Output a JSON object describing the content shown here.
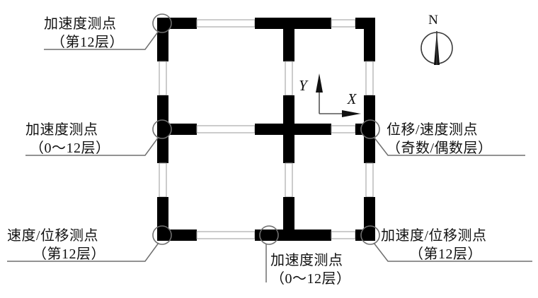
{
  "figure": {
    "type": "floor-plan-diagram",
    "title_text": "",
    "compass": {
      "label": "N",
      "name": "north-arrow"
    },
    "axes": {
      "x_label": "X",
      "y_label": "Y"
    }
  },
  "annotations": [
    {
      "id": "top-left",
      "line1": "加速度测点",
      "line2": "（第12层）",
      "measurement": "加速度",
      "floors": "第12层",
      "marker": "sensor-circle"
    },
    {
      "id": "mid-left",
      "line1": "加速度测点",
      "line2": "（0～12层）",
      "measurement": "加速度",
      "floors": "0～12层",
      "marker": "sensor-circle"
    },
    {
      "id": "bottom-left",
      "line1": "速度/位移测点",
      "line2": "（第12层）",
      "measurement": "速度/位移",
      "floors": "第12层",
      "marker": "sensor-circle"
    },
    {
      "id": "bottom-center",
      "line1": "加速度测点",
      "line2": "（0～12层）",
      "measurement": "加速度",
      "floors": "0～12层",
      "marker": "sensor-circle"
    },
    {
      "id": "mid-right",
      "line1": "位移/速度测点",
      "line2": "（奇数/偶数层）",
      "measurement": "位移/速度",
      "floors": "奇数/偶数层",
      "marker": "sensor-circle"
    },
    {
      "id": "bottom-right",
      "line1": "加速度/位移测点",
      "line2": "（第12层）",
      "measurement": "加速度/位移",
      "floors": "第12层",
      "marker": "sensor-circle"
    }
  ],
  "colors": {
    "wall": "#000000",
    "opening": "#ffffff",
    "opening_stroke": "#9a9a9a",
    "leader": "#6f6f6f",
    "text": "#111111",
    "background": "#ffffff"
  }
}
